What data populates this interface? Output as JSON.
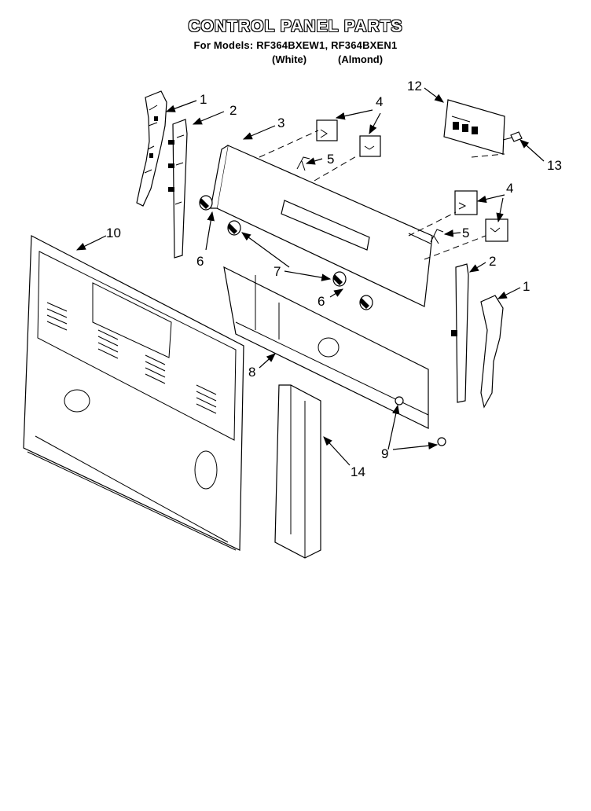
{
  "header": {
    "title": "CONTROL PANEL PARTS",
    "subtitle": "For Models: RF364BXEW1, RF364BXEN1",
    "color_white": "(White)",
    "color_almond": "(Almond)"
  },
  "callouts": [
    {
      "id": "c1a",
      "text": "1"
    },
    {
      "id": "c2a",
      "text": "2"
    },
    {
      "id": "c3",
      "text": "3"
    },
    {
      "id": "c4a",
      "text": "4"
    },
    {
      "id": "c5a",
      "text": "5"
    },
    {
      "id": "c6a",
      "text": "6"
    },
    {
      "id": "c7",
      "text": "7"
    },
    {
      "id": "c6b",
      "text": "6"
    },
    {
      "id": "c8",
      "text": "8"
    },
    {
      "id": "c9",
      "text": "9"
    },
    {
      "id": "c10",
      "text": "10"
    },
    {
      "id": "c12",
      "text": "12"
    },
    {
      "id": "c13",
      "text": "13"
    },
    {
      "id": "c4b",
      "text": "4"
    },
    {
      "id": "c5b",
      "text": "5"
    },
    {
      "id": "c2b",
      "text": "2"
    },
    {
      "id": "c1b",
      "text": "1"
    },
    {
      "id": "c14",
      "text": "14"
    }
  ]
}
